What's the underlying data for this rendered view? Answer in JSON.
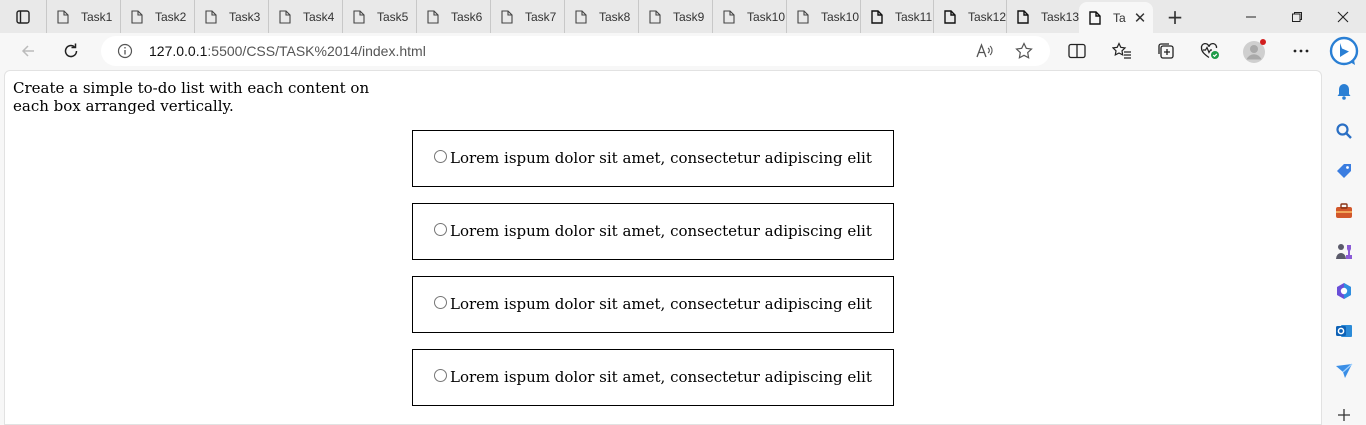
{
  "browser": {
    "tabs": [
      {
        "label": "Task1"
      },
      {
        "label": "Task2"
      },
      {
        "label": "Task3"
      },
      {
        "label": "Task4"
      },
      {
        "label": "Task5"
      },
      {
        "label": "Task6"
      },
      {
        "label": "Task7"
      },
      {
        "label": "Task8"
      },
      {
        "label": "Task9"
      },
      {
        "label": "Task10"
      },
      {
        "label": "Task10"
      },
      {
        "label": "Task11"
      },
      {
        "label": "Task12"
      },
      {
        "label": "Task13"
      },
      {
        "label": "Ta",
        "active": true
      }
    ],
    "url_host": "127.0.0.1",
    "url_path": ":5500/CSS/TASK%2014/index.html",
    "icons": [
      "tab-actions-icon",
      "file-icon",
      "back-icon",
      "refresh-icon",
      "info-icon",
      "read-aloud-icon",
      "favorite-icon",
      "split-screen-icon",
      "favorites-icon",
      "collections-icon",
      "performance-icon",
      "profile-icon",
      "more-icon",
      "bing-icon",
      "bell-icon",
      "search-icon",
      "tag-icon",
      "toolbox-icon",
      "games-icon",
      "office-icon",
      "outlook-icon",
      "send-icon",
      "add-icon"
    ],
    "accent_color": "#0c59a4"
  },
  "page": {
    "intro": "Create a simple to-do list with each content on each box arranged vertically.",
    "todos": [
      {
        "text": "Lorem ispum dolor sit amet, consectetur adipiscing elit"
      },
      {
        "text": "Lorem ispum dolor sit amet, consectetur adipiscing elit"
      },
      {
        "text": "Lorem ispum dolor sit amet, consectetur adipiscing elit"
      },
      {
        "text": "Lorem ispum dolor sit amet, consectetur adipiscing elit"
      }
    ]
  }
}
